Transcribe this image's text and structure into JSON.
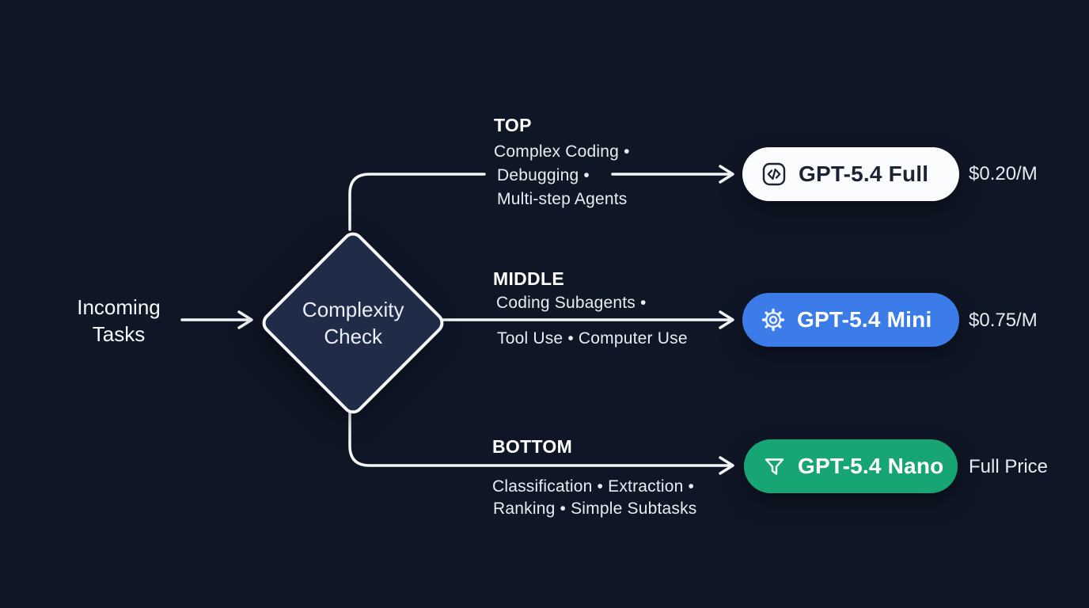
{
  "diagram": {
    "input_label": "Incoming\nTasks",
    "decision_label": "Complexity\nCheck"
  },
  "branches": [
    {
      "tier": "TOP",
      "description_lines": [
        "Complex Coding •",
        "Debugging •",
        "Multi-step Agents"
      ],
      "model_name": "GPT-5.4 Full",
      "icon": "code-icon",
      "pill_bg": "#fbfcfd",
      "pill_text_color": "#1b2433",
      "price": "$0.20/M"
    },
    {
      "tier": "MIDDLE",
      "description_lines": [
        "Coding Subagents •",
        "Tool Use • Computer Use"
      ],
      "model_name": "GPT-5.4 Mini",
      "icon": "gear-icon",
      "pill_bg": "#3b7ce9",
      "pill_text_color": "#ffffff",
      "price": "$0.75/M"
    },
    {
      "tier": "BOTTOM",
      "description_lines": [
        "Classification • Extraction •",
        "Ranking • Simple Subtasks"
      ],
      "model_name": "GPT-5.4 Nano",
      "icon": "filter-icon",
      "pill_bg": "#17a673",
      "pill_text_color": "#ffffff",
      "price": "Full Price"
    }
  ],
  "colors": {
    "background": "#0f1626",
    "wire": "#f5f7f9",
    "diamond_fill": "#202c47",
    "accent_blue": "#3b7ce9",
    "accent_green": "#17a673",
    "pill_white": "#fbfcfd"
  }
}
